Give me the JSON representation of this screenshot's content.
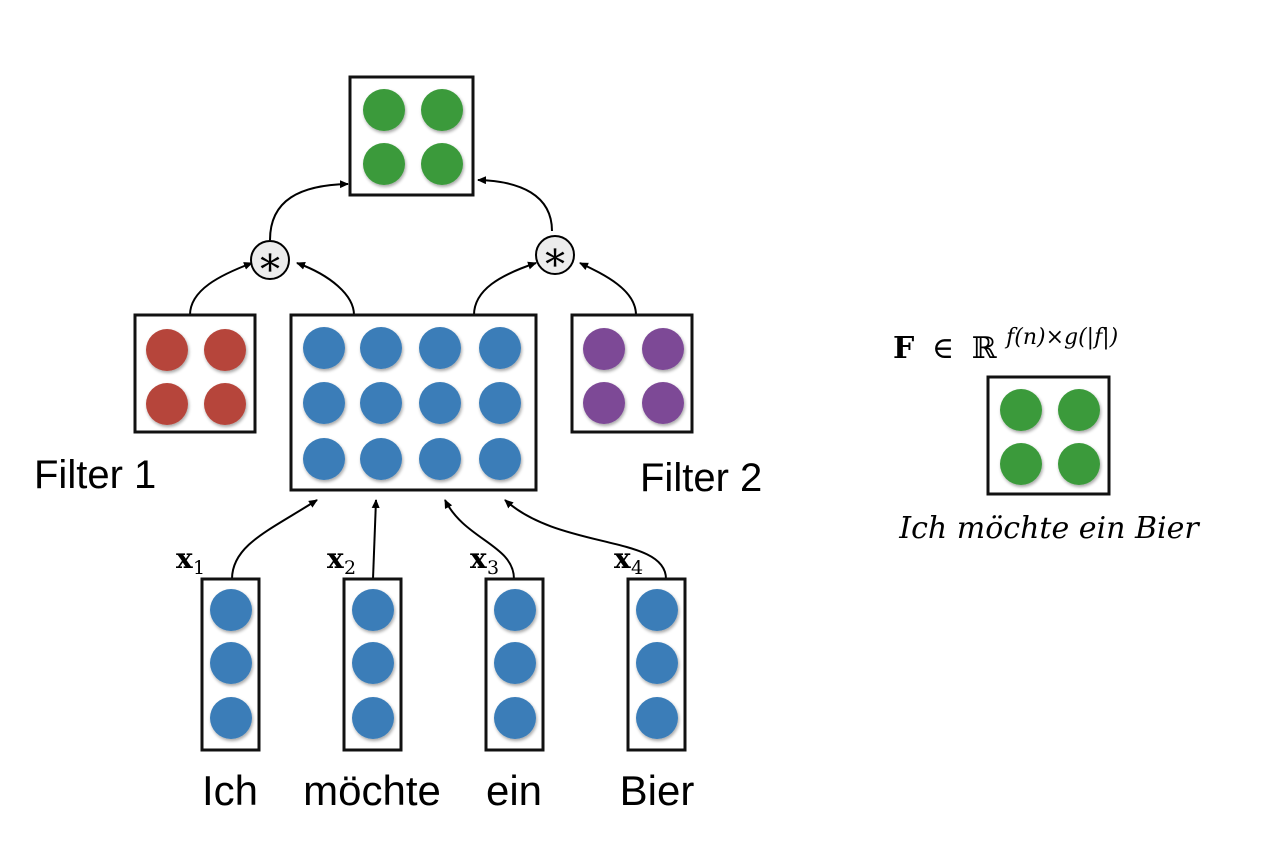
{
  "colors": {
    "output": "#3a9a3a",
    "hidden": "#3a7db8",
    "filter1": "#b6453a",
    "filter2": "#7d4996",
    "input": "#3a7db8",
    "box": "#111111"
  },
  "operator_symbol": "∗",
  "labels": {
    "filter1": "Filter 1",
    "filter2": "Filter 2"
  },
  "inputs": [
    {
      "var": "x",
      "sub": "1",
      "word": "Ich"
    },
    {
      "var": "x",
      "sub": "2",
      "word": "möchte"
    },
    {
      "var": "x",
      "sub": "3",
      "word": "ein"
    },
    {
      "var": "x",
      "sub": "4",
      "word": "Bier"
    }
  ],
  "legend": {
    "formula_symbol": "F",
    "formula_in": "∈",
    "formula_set": "ℝ",
    "formula_exponent": "f(n)×g(|f|)",
    "caption": "Ich möchte ein Bier"
  }
}
